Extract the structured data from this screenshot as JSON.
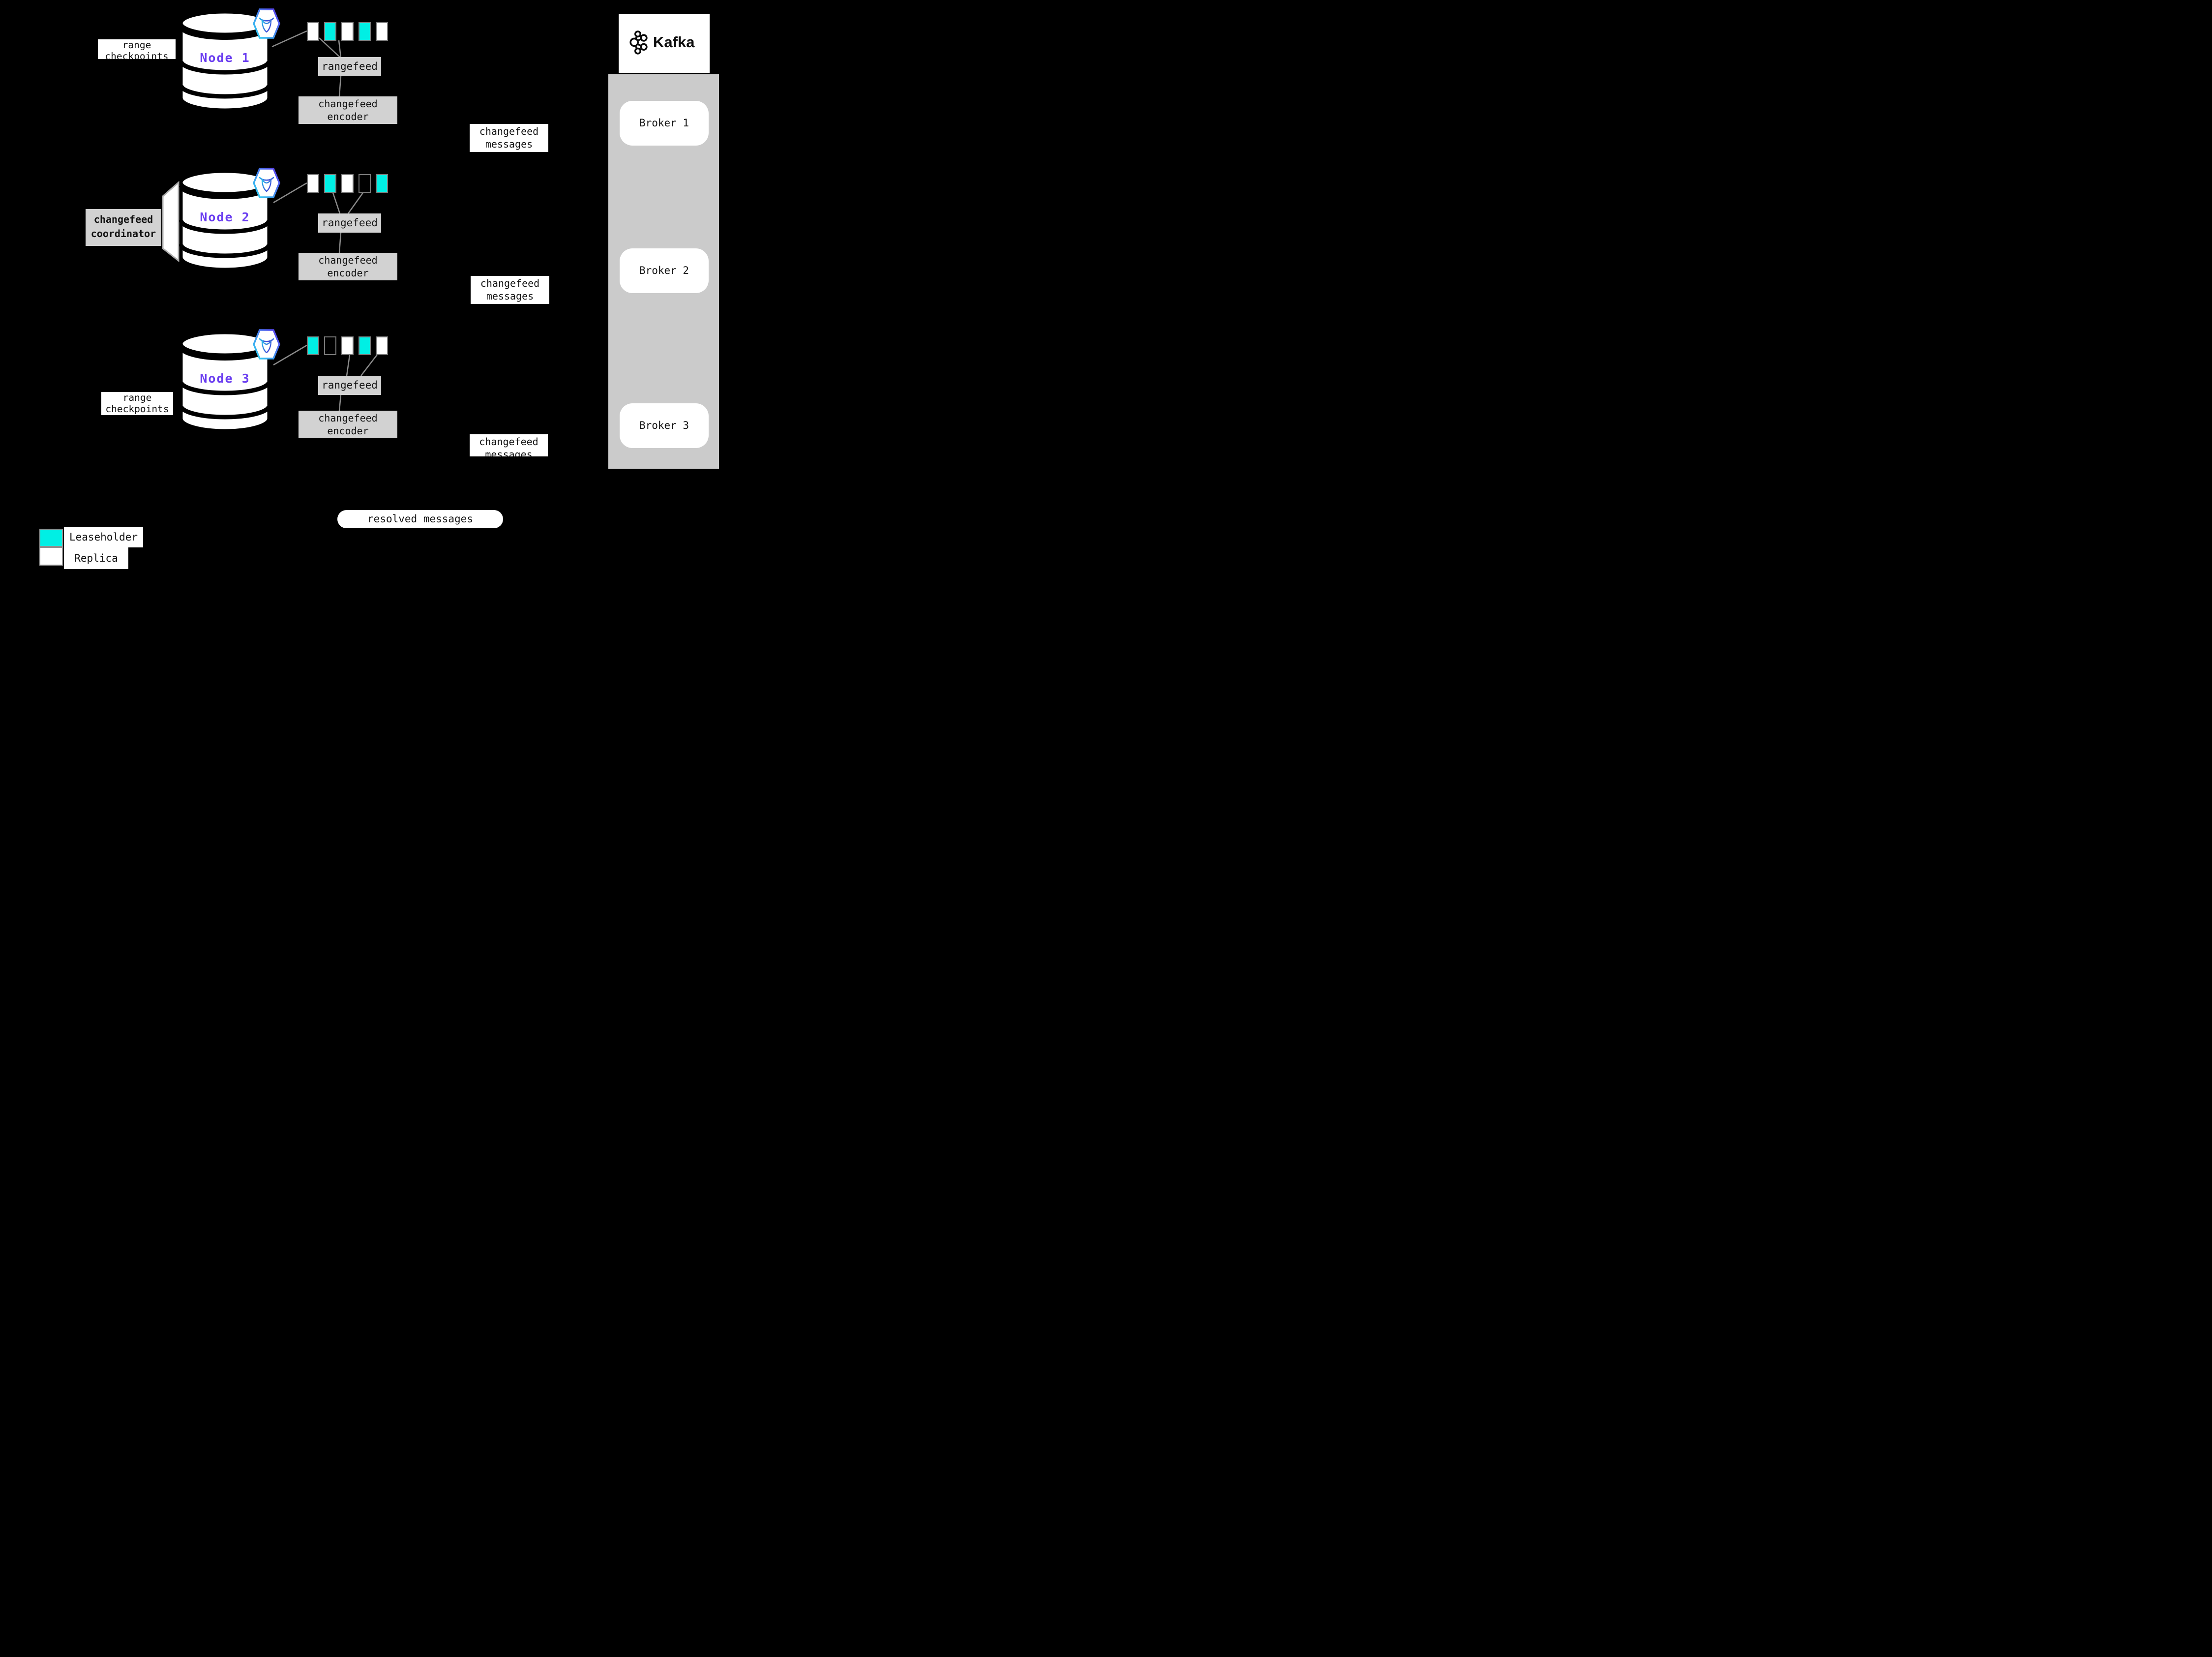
{
  "labels": {
    "rangefeed": "rangefeed",
    "encoder_line1": "changefeed",
    "encoder_line2": "encoder",
    "messages_line1": "changefeed",
    "messages_line2": "messages",
    "checkpoints_line1": "range",
    "checkpoints_line2": "checkpoints",
    "coordinator_line1": "changefeed",
    "coordinator_line2": "coordinator",
    "resolved": "resolved messages"
  },
  "nodes": [
    {
      "label": "Node 1",
      "ranges": [
        "replica",
        "leaseholder",
        "replica",
        "leaseholder",
        "replica"
      ]
    },
    {
      "label": "Node 2",
      "ranges": [
        "replica",
        "leaseholder",
        "replica",
        "empty",
        "leaseholder"
      ]
    },
    {
      "label": "Node 3",
      "ranges": [
        "leaseholder",
        "empty",
        "replica",
        "leaseholder",
        "replica"
      ]
    }
  ],
  "kafka": {
    "name": "Kafka",
    "brokers": [
      {
        "label": "Broker 1"
      },
      {
        "label": "Broker 2"
      },
      {
        "label": "Broker 3"
      }
    ]
  },
  "legend": {
    "leaseholder_label": "Leaseholder",
    "replica_label": "Replica"
  },
  "colors": {
    "background": "#000000",
    "leaseholder": "#00efe4",
    "replica": "#ffffff",
    "label_box": "#d2d2d2",
    "panel": "#cbcbcb",
    "node_text": "#6a3df0",
    "connector": "#8a8a8a"
  }
}
